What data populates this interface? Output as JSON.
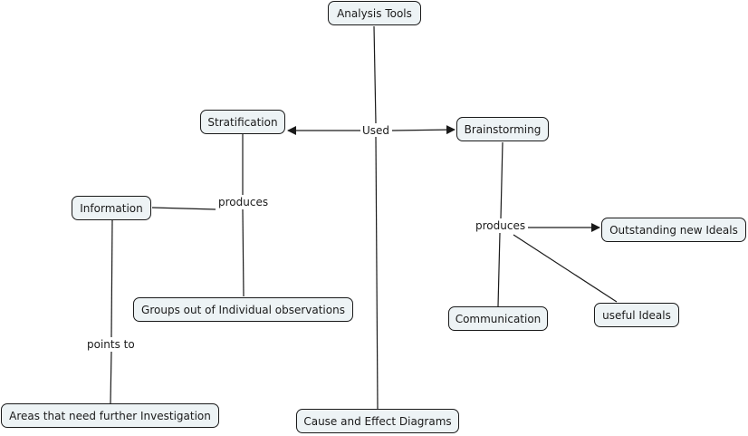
{
  "concepts": {
    "analysis_tools": "Analysis Tools",
    "stratification": "Stratification",
    "brainstorming": "Brainstorming",
    "information": "Information",
    "groups": "Groups out of Individual observations",
    "areas": "Areas that need further Investigation",
    "cause_effect": "Cause and Effect Diagrams",
    "outstanding": "Outstanding new Ideals",
    "communication": "Communication",
    "useful": "useful Ideals"
  },
  "linking_phrases": {
    "used": "Used",
    "produces_left": "produces",
    "points_to": "points to",
    "produces_right": "produces"
  },
  "colors": {
    "node_fill": "#edf3f5",
    "node_border": "#1a1a1a",
    "line": "#1a1a1a"
  }
}
